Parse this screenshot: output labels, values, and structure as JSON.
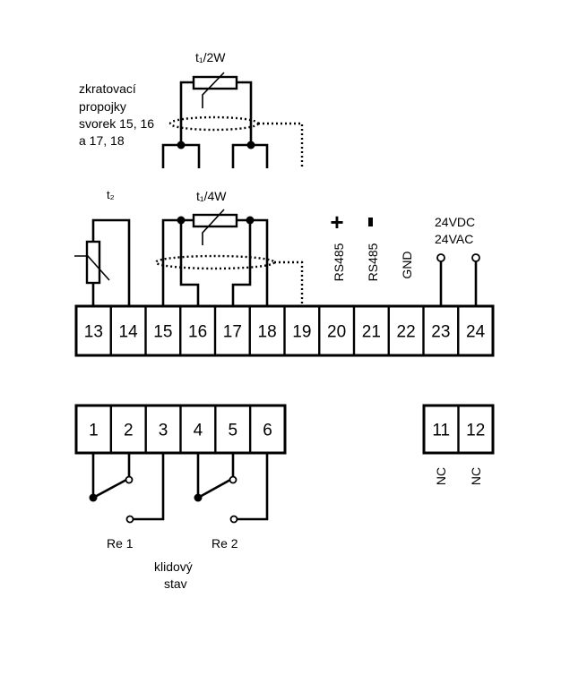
{
  "top": {
    "note_lines": [
      "zkratovací",
      "propojky",
      "svorek 15, 16",
      "a 17, 18"
    ],
    "sensor_2w": "t₁/2W"
  },
  "main": {
    "t2": "t₂",
    "sensor_4w": "t₁/4W",
    "plus": "+",
    "minus": "-",
    "rs485_a": "RS485",
    "rs485_b": "RS485",
    "gnd": "GND",
    "supply_dc": "24VDC",
    "supply_ac": "24VAC"
  },
  "terminals_top": [
    "13",
    "14",
    "15",
    "16",
    "17",
    "18",
    "19",
    "20",
    "21",
    "22",
    "23",
    "24"
  ],
  "terminals_relay": [
    "1",
    "2",
    "3",
    "4",
    "5",
    "6"
  ],
  "terminals_nc": [
    "11",
    "12"
  ],
  "nc_labels": [
    "NC",
    "NC"
  ],
  "relay": {
    "re1": "Re 1",
    "re2": "Re 2",
    "rest_line1": "klidový",
    "rest_line2": "stav"
  }
}
